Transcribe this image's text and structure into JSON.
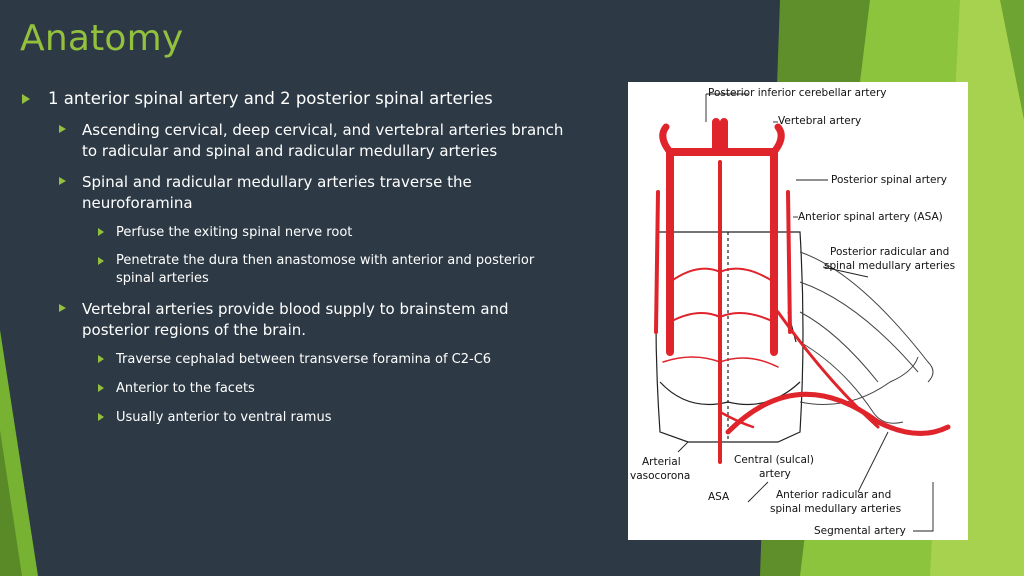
{
  "slide": {
    "title": "Anatomy",
    "bullets": [
      {
        "text": "1 anterior spinal artery and 2 posterior spinal arteries"
      },
      {
        "text": "Ascending cervical, deep cervical, and vertebral arteries branch to radicular and spinal and radicular medullary arteries"
      },
      {
        "text": "Spinal and radicular medullary arteries traverse the neuroforamina"
      },
      {
        "text": "Perfuse the exiting spinal nerve root"
      },
      {
        "text": "Penetrate the dura then anastomose with anterior and posterior spinal arteries"
      },
      {
        "text": "Vertebral arteries provide blood supply to brainstem and posterior regions of the brain."
      },
      {
        "text": "Traverse cephalad between transverse foramina of C2-C6"
      },
      {
        "text": "Anterior to the facets"
      },
      {
        "text": "Usually anterior to ventral ramus"
      }
    ]
  },
  "figure": {
    "labels": {
      "pica": "Posterior inferior cerebellar artery",
      "vertebral": "Vertebral artery",
      "posterior_spinal": "Posterior spinal artery",
      "asa_label": "Anterior spinal artery (ASA)",
      "posterior_radicular_1": "Posterior radicular and",
      "posterior_radicular_2": "spinal medullary arteries",
      "arterial_1": "Arterial",
      "arterial_2": "vasocorona",
      "central_1": "Central (sulcal)",
      "central_2": "artery",
      "asa": "ASA",
      "anterior_radicular_1": "Anterior radicular and",
      "anterior_radicular_2": "spinal medullary arteries",
      "segmental": "Segmental artery"
    }
  },
  "colors": {
    "background": "#2d3a45",
    "accent": "#93c13e",
    "artery": "#e0242b"
  }
}
